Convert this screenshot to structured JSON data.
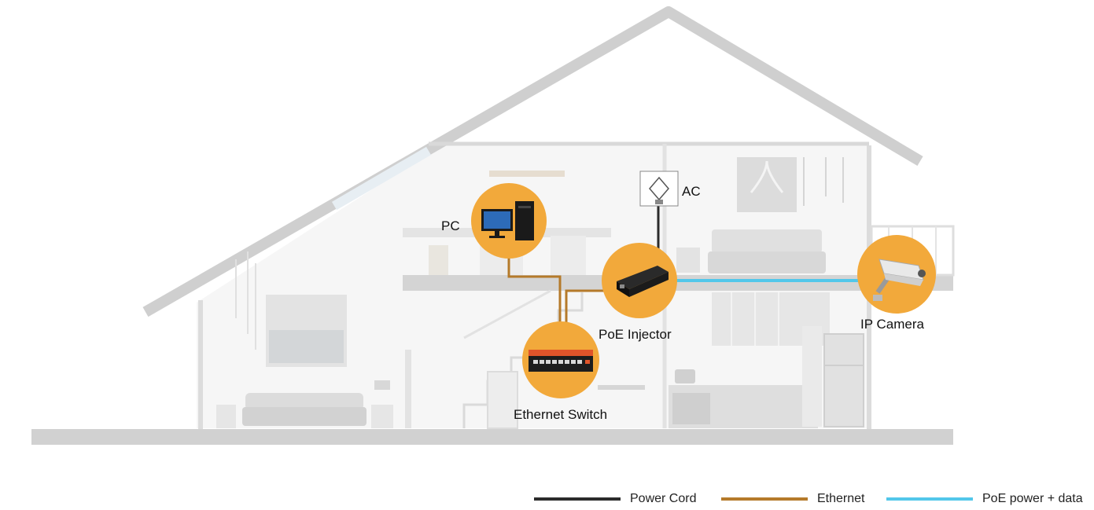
{
  "devices": {
    "pc": {
      "label": "PC",
      "icon": "pc-icon"
    },
    "ac": {
      "label": "AC",
      "icon": "ac-outlet-icon"
    },
    "poe_injector": {
      "label": "PoE Injector",
      "icon": "poe-injector-icon"
    },
    "ip_camera": {
      "label": "IP Camera",
      "icon": "ip-camera-icon"
    },
    "ethernet_switch": {
      "label": "Ethernet Switch",
      "icon": "ethernet-switch-icon"
    }
  },
  "legend": {
    "power_cord": {
      "label": "Power Cord",
      "color": "#2b2b2b"
    },
    "ethernet": {
      "label": "Ethernet",
      "color": "#b57a2a"
    },
    "poe": {
      "label": "PoE power + data",
      "color": "#52c7ea"
    }
  },
  "colors": {
    "device_circle": "#f2a93b",
    "house_line": "#d7d7d7",
    "switch_body": "#e0542a"
  }
}
